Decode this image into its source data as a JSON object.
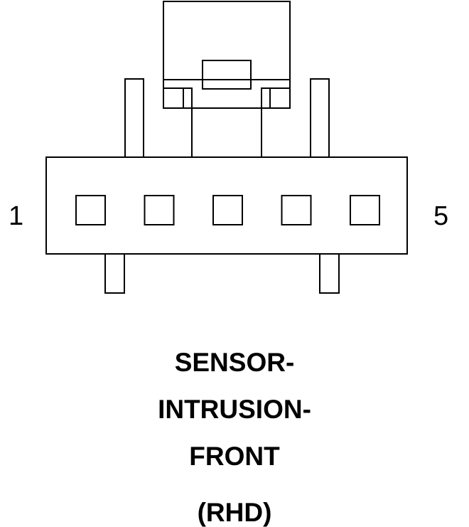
{
  "connector": {
    "cavity_count": 5,
    "pin_label_left": "1",
    "pin_label_right": "5"
  },
  "caption": {
    "line1": "SENSOR-",
    "line2": "INTRUSION-",
    "line3": "FRONT",
    "line4": "(RHD)"
  },
  "colors": {
    "stroke": "#000000",
    "background": "#ffffff"
  }
}
